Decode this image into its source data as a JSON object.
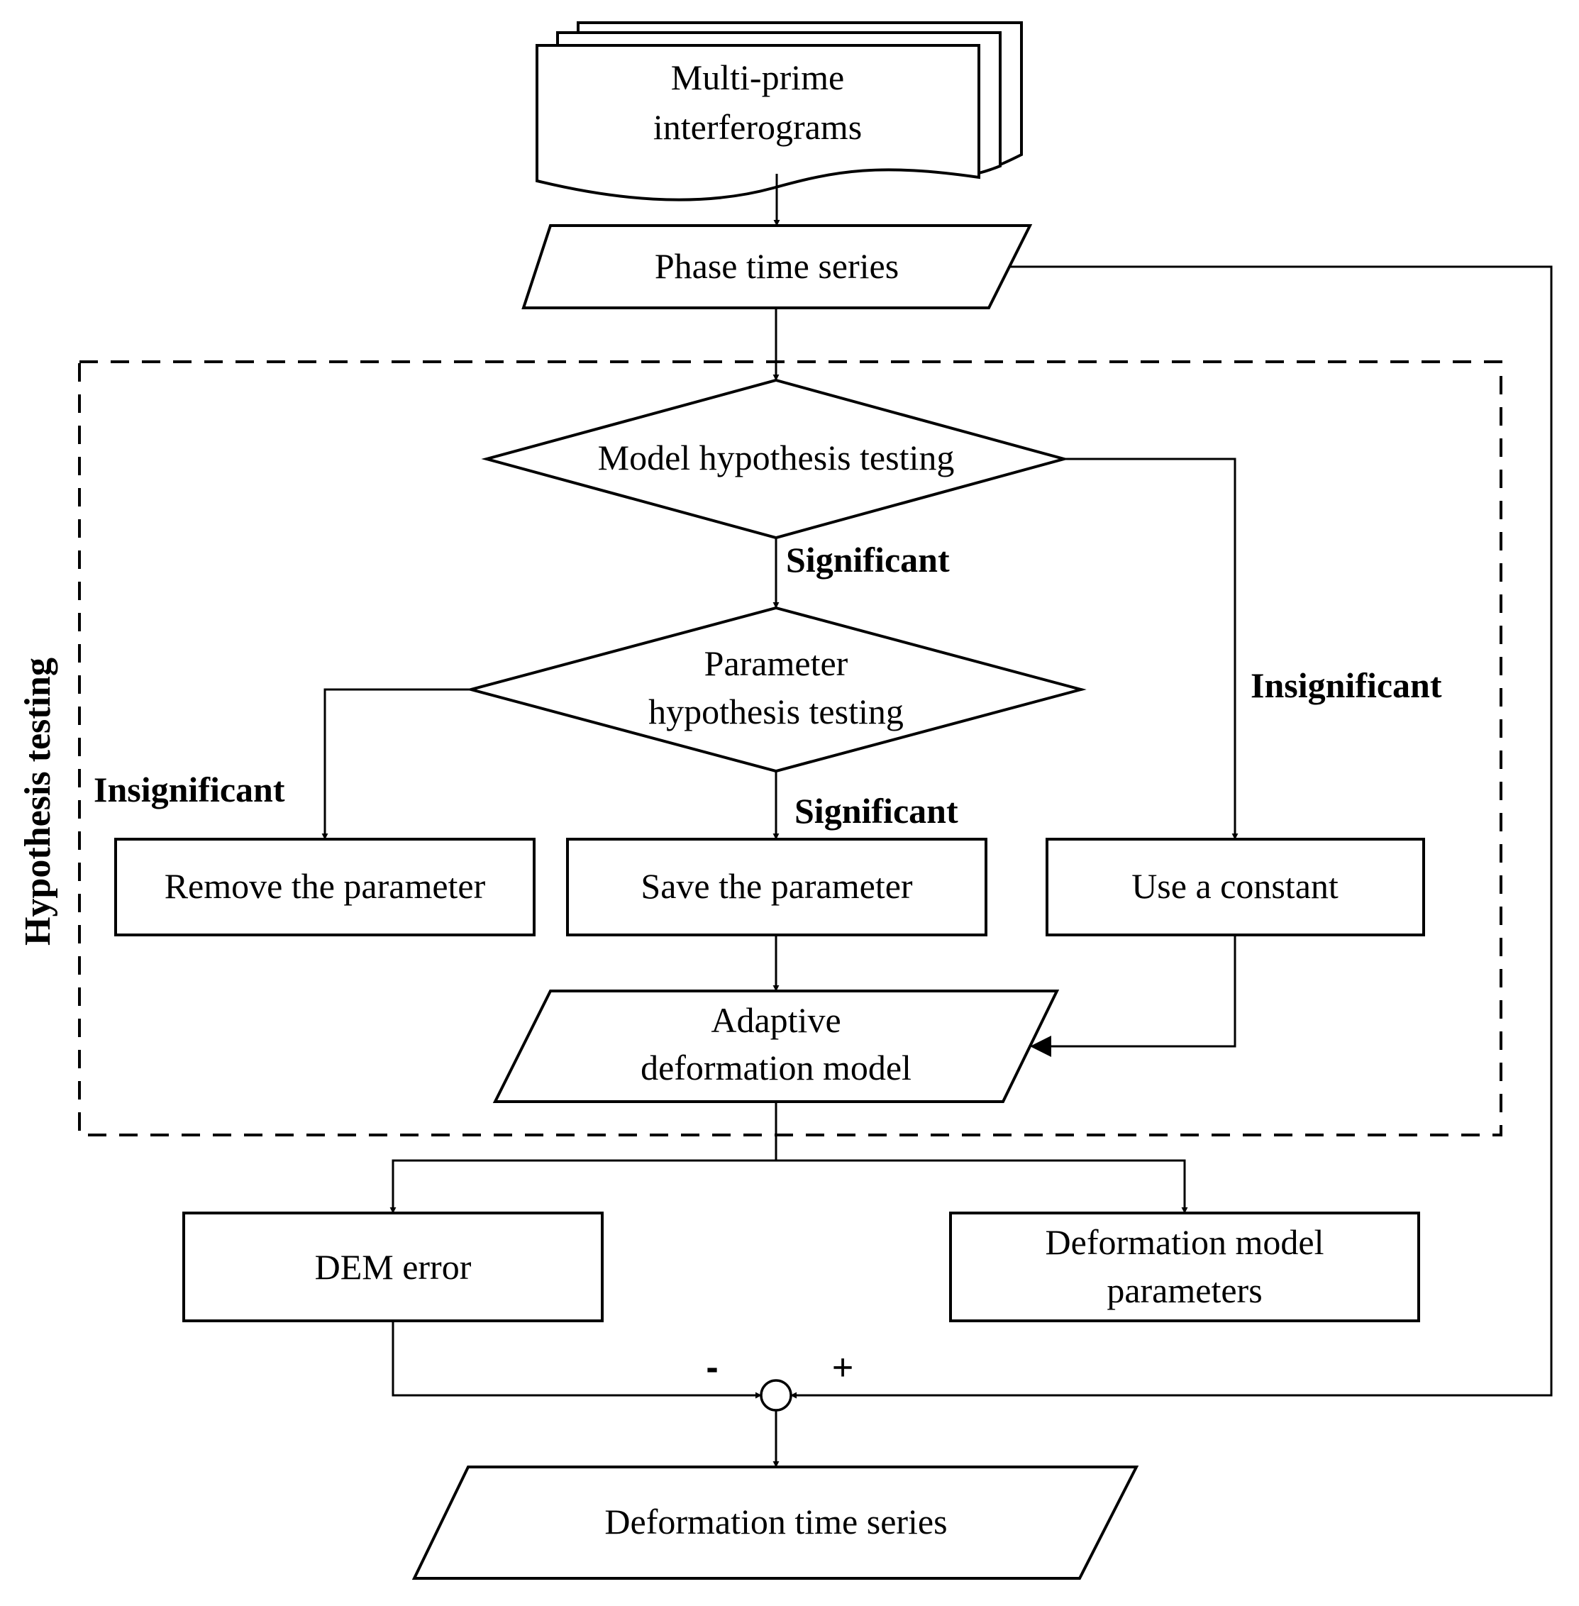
{
  "nodes": {
    "interferograms": {
      "line1": "Multi-prime",
      "line2": "interferograms"
    },
    "phase_time_series": "Phase time series",
    "model_hypothesis": "Model hypothesis testing",
    "parameter_hypothesis": {
      "line1": "Parameter",
      "line2": "hypothesis testing"
    },
    "remove_parameter": "Remove the parameter",
    "save_parameter": "Save the parameter",
    "use_constant": "Use a constant",
    "adaptive_model": {
      "line1": "Adaptive",
      "line2": "deformation model"
    },
    "dem_error": "DEM error",
    "deformation_params": {
      "line1": "Deformation model",
      "line2": "parameters"
    },
    "deformation_time_series": "Deformation time series"
  },
  "edge_labels": {
    "model_significant": "Significant",
    "model_insignificant": "Insignificant",
    "param_insignificant": "Insignificant",
    "param_significant": "Significant"
  },
  "group_label": "Hypothesis  testing",
  "signs": {
    "minus": "-",
    "plus": "+"
  }
}
